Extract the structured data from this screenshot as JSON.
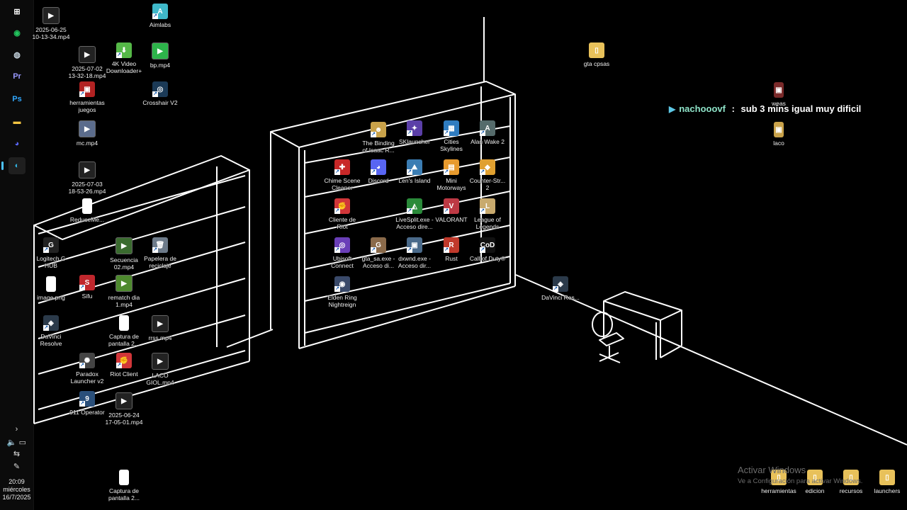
{
  "taskbar": {
    "apps": [
      {
        "name": "windows-start-icon",
        "glyph": "⊞",
        "color": "#ffffff"
      },
      {
        "name": "xbox-icon",
        "glyph": "◉",
        "color": "#22c55e"
      },
      {
        "name": "steam-icon",
        "glyph": "◍",
        "color": "#c7d5e0"
      },
      {
        "name": "premiere-pro-icon",
        "glyph": "Pr",
        "color": "#9999ff"
      },
      {
        "name": "photoshop-icon",
        "glyph": "Ps",
        "color": "#31a8ff"
      },
      {
        "name": "file-explorer-icon",
        "glyph": "▬",
        "color": "#f4c542"
      },
      {
        "name": "discord-icon",
        "glyph": "◕",
        "color": "#5865f2"
      },
      {
        "name": "edge-icon",
        "glyph": "◐",
        "color": "#33b5e5"
      }
    ],
    "clock": {
      "time": "20:09",
      "day": "miércoles",
      "date": "16/7/2025"
    }
  },
  "desktop_icons": [
    {
      "label": "2025-06-25\n10-13-34.mp4",
      "type": "video",
      "glyph": "▶"
    },
    {
      "label": "Aimlabs",
      "type": "app",
      "glyph": "A",
      "color": "#3fb8c9"
    },
    {
      "label": "2025-07-02\n13-32-18.mp4",
      "type": "video",
      "glyph": "▶"
    },
    {
      "label": "4K Video\nDownloader+",
      "type": "app",
      "glyph": "⬇",
      "color": "#55b847"
    },
    {
      "label": "bp.mp4",
      "type": "video",
      "glyph": "▶",
      "color": "#2db34a"
    },
    {
      "label": "herramientas\njuegos",
      "type": "app",
      "glyph": "▣",
      "color": "#b22222"
    },
    {
      "label": "Crosshair V2",
      "type": "app",
      "glyph": "◎",
      "color": "#1b3a57"
    },
    {
      "label": "mc.mp4",
      "type": "video",
      "glyph": "▶",
      "color": "#5b6c8c"
    },
    {
      "label": "2025-07-03\n18-53-26.mp4",
      "type": "video",
      "glyph": "▶"
    },
    {
      "label": "ReduceMe...",
      "type": "file",
      "glyph": "▯"
    },
    {
      "label": "Logitech G\nHUB",
      "type": "app",
      "glyph": "G",
      "color": "#222222"
    },
    {
      "label": "Secuencia\n02.mp4",
      "type": "video",
      "glyph": "▶",
      "color": "#3a6b2f"
    },
    {
      "label": "Papelera de\nreciclaje",
      "type": "app",
      "glyph": "🗑",
      "color": "#6d7b8a"
    },
    {
      "label": "image.png",
      "type": "file",
      "glyph": "▭"
    },
    {
      "label": "Sifu",
      "type": "app",
      "glyph": "S",
      "color": "#c0272d"
    },
    {
      "label": "rematch dia\n1.mp4",
      "type": "video",
      "glyph": "▶",
      "color": "#4e8a2e"
    },
    {
      "label": "DaVinci\nResolve",
      "type": "app",
      "glyph": "◈",
      "color": "#2b3a4a"
    },
    {
      "label": "Captura de\npantalla 2...",
      "type": "file",
      "glyph": "▭"
    },
    {
      "label": "rrss.mp4",
      "type": "video",
      "glyph": "▶"
    },
    {
      "label": "Paradox\nLauncher v2",
      "type": "app",
      "glyph": "✺",
      "color": "#444444"
    },
    {
      "label": "Riot Client",
      "type": "app",
      "glyph": "✊",
      "color": "#d13639"
    },
    {
      "label": "LACO\nGIOL.mp4",
      "type": "video",
      "glyph": "▶"
    },
    {
      "label": "911 Operator",
      "type": "app",
      "glyph": "9",
      "color": "#2a4f7a"
    },
    {
      "label": "2025-06-24\n17-05-01.mp4",
      "type": "video",
      "glyph": "▶"
    },
    {
      "label": "Captura de\npantalla 2...",
      "type": "file",
      "glyph": "▭"
    },
    {
      "label": "The Binding\nof Isaac R...",
      "type": "app",
      "glyph": "☻",
      "color": "#c9a24a"
    },
    {
      "label": "SKlauncher",
      "type": "app",
      "glyph": "✦",
      "color": "#5b3fa8"
    },
    {
      "label": "Cities\nSkylines",
      "type": "app",
      "glyph": "▦",
      "color": "#2f7cc0"
    },
    {
      "label": "Alan Wake 2",
      "type": "app",
      "glyph": "A",
      "color": "#556b6b"
    },
    {
      "label": "Chime Scene\nCleaner",
      "type": "app",
      "glyph": "✚",
      "color": "#c82828"
    },
    {
      "label": "Discord",
      "type": "app",
      "glyph": "◕",
      "color": "#5865f2"
    },
    {
      "label": "Len's Island",
      "type": "app",
      "glyph": "⛰",
      "color": "#3b7db3"
    },
    {
      "label": "Mini\nMotorways",
      "type": "app",
      "glyph": "▤",
      "color": "#e79a2e"
    },
    {
      "label": "Counter-Str...\n2",
      "type": "app",
      "glyph": "◆",
      "color": "#e0a030"
    },
    {
      "label": "Cliente de\nRiot",
      "type": "app",
      "glyph": "✊",
      "color": "#d13639"
    },
    {
      "label": "LiveSplit.exe -\nAcceso dire...",
      "type": "app",
      "glyph": "◭",
      "color": "#2a8a3a"
    },
    {
      "label": "VALORANT",
      "type": "app",
      "glyph": "V",
      "color": "#bd3944"
    },
    {
      "label": "League of\nLegends",
      "type": "app",
      "glyph": "L",
      "color": "#c8aa6e"
    },
    {
      "label": "Ubisoft\nConnect",
      "type": "app",
      "glyph": "◎",
      "color": "#6a3fb8"
    },
    {
      "label": "gta_sa.exe -\nAcceso di...",
      "type": "app",
      "glyph": "G",
      "color": "#8a6a4a"
    },
    {
      "label": "dxwnd.exe -\nAcceso dir...",
      "type": "app",
      "glyph": "▣",
      "color": "#4a6a8a"
    },
    {
      "label": "Rust",
      "type": "app",
      "glyph": "R",
      "color": "#c0392b"
    },
    {
      "label": "Call of Duty®",
      "type": "app",
      "glyph": "CoD",
      "color": "#111111"
    },
    {
      "label": "Elden Ring\nNightreign",
      "type": "app",
      "glyph": "◉",
      "color": "#3a4a6a"
    },
    {
      "label": "DaVinci Res...",
      "type": "app",
      "glyph": "◈",
      "color": "#2b3a4a"
    },
    {
      "label": "gta cpsas",
      "type": "folder",
      "glyph": "▯"
    },
    {
      "label": "weas",
      "type": "file",
      "glyph": "▣",
      "color": "#7a2a2a"
    },
    {
      "label": "laco",
      "type": "file",
      "glyph": "▣",
      "color": "#c9a24a"
    },
    {
      "label": "herramientas",
      "type": "folder",
      "glyph": "▯"
    },
    {
      "label": "edicion",
      "type": "folder",
      "glyph": "▯"
    },
    {
      "label": "recursos",
      "type": "folder",
      "glyph": "▯"
    },
    {
      "label": "launchers",
      "type": "folder",
      "glyph": "▯"
    }
  ],
  "chat": {
    "username": "nachooovf",
    "separator": " : ",
    "message": "sub 3 mins igual muy dificil"
  },
  "watermark": {
    "title": "Activar Windows",
    "subtitle": "Ve a Configuración para activar Windows."
  }
}
